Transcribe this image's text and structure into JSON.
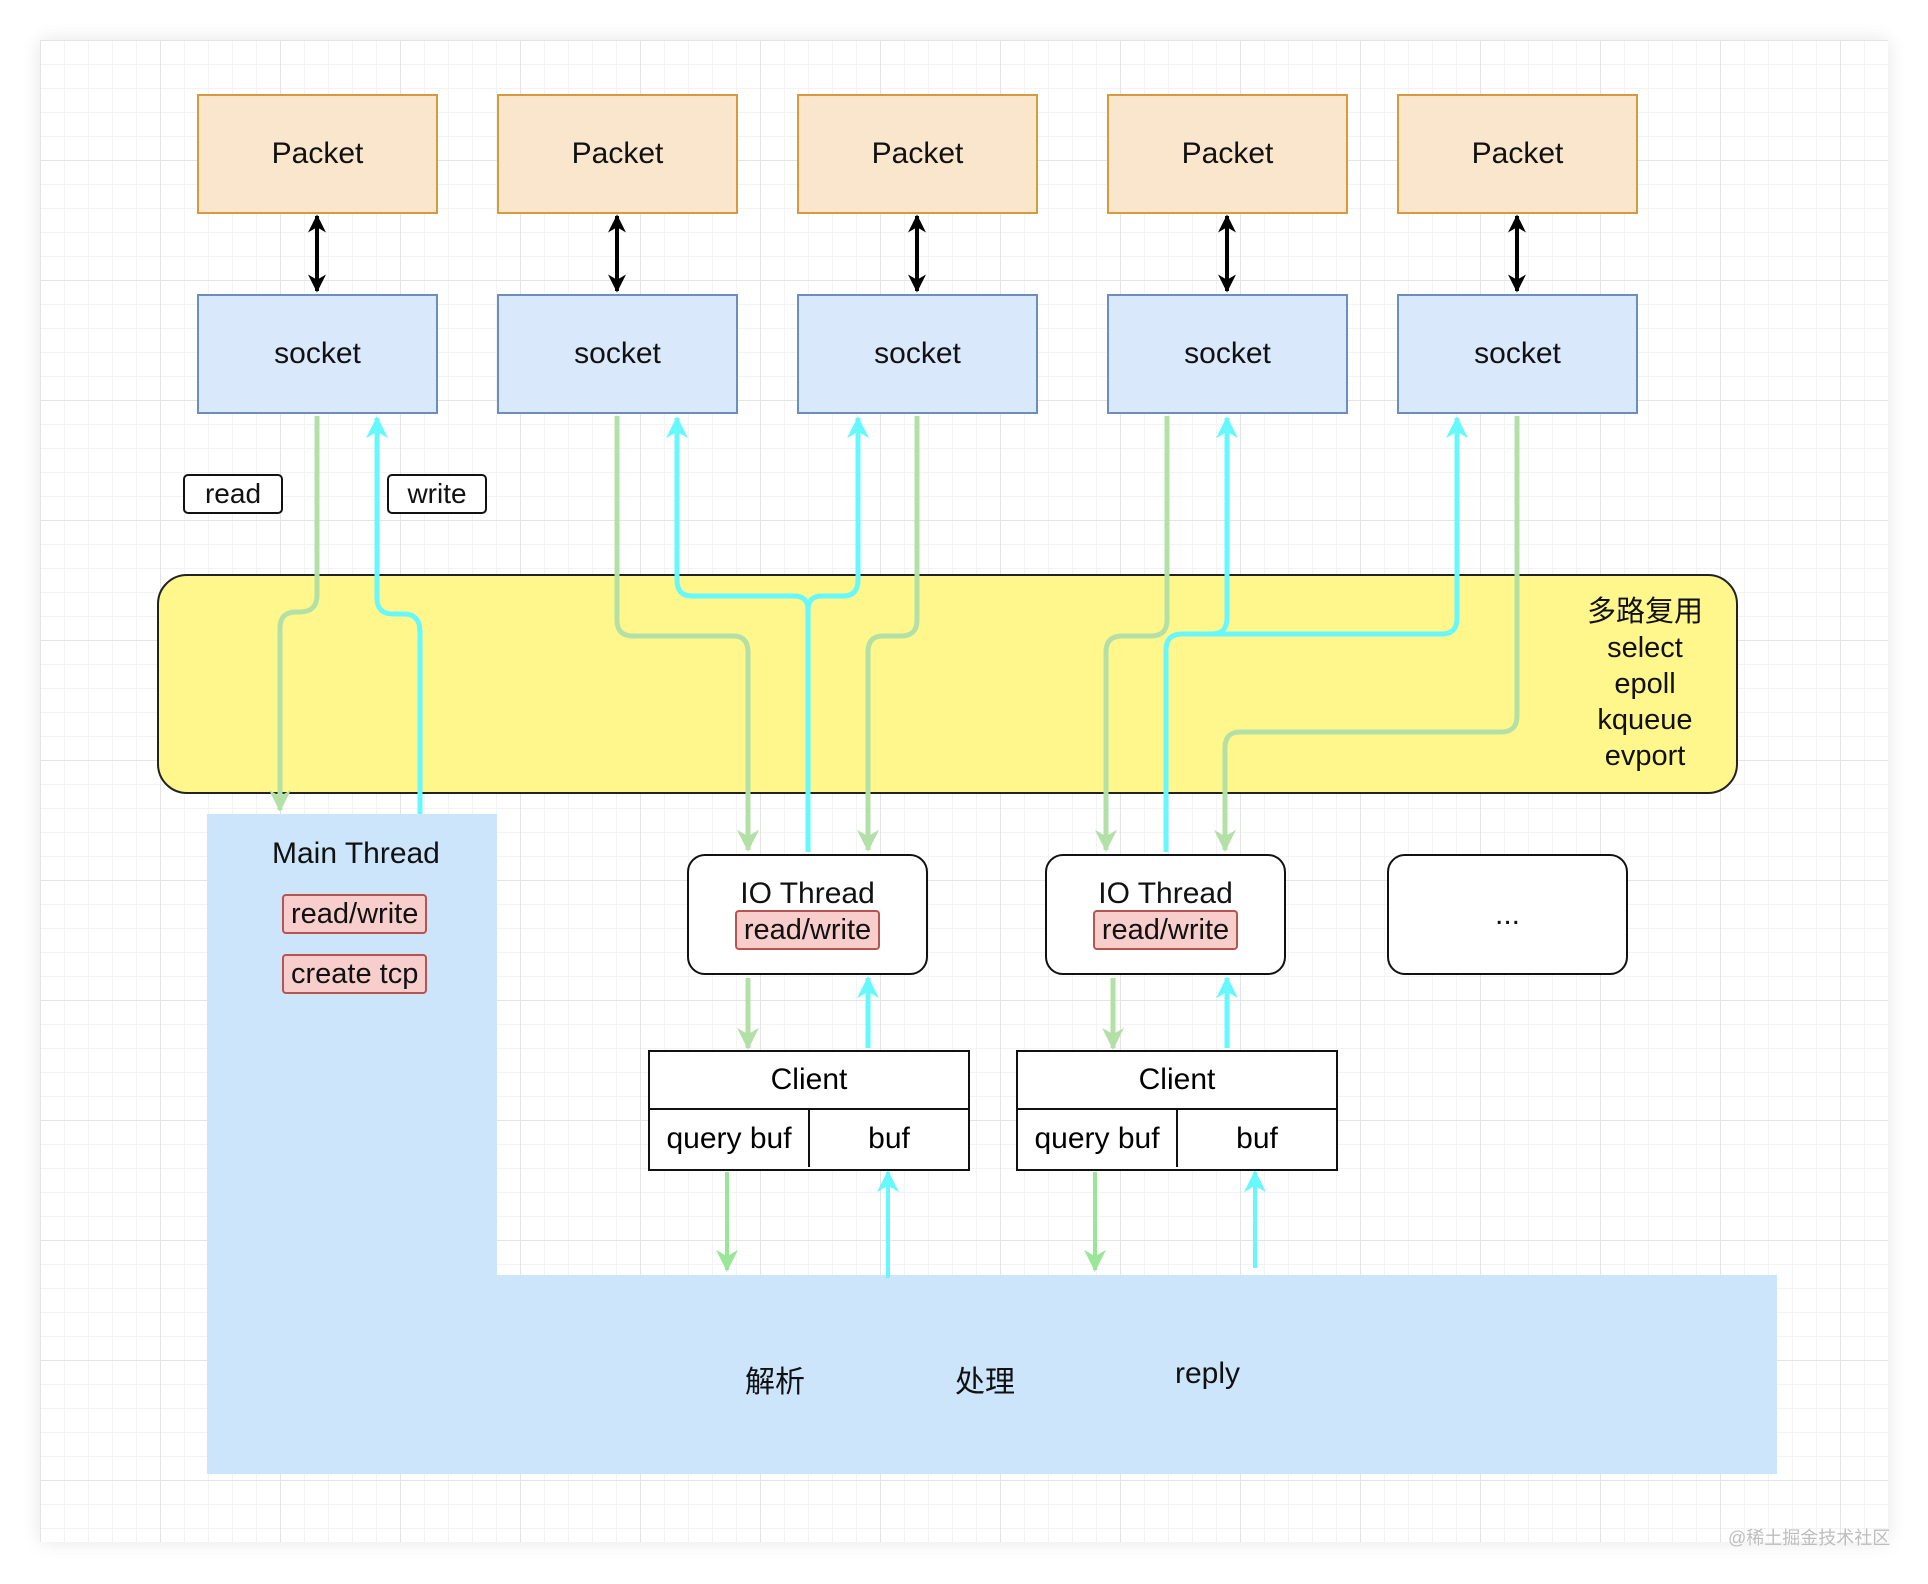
{
  "packets": [
    "Packet",
    "Packet",
    "Packet",
    "Packet",
    "Packet"
  ],
  "sockets": [
    "socket",
    "socket",
    "socket",
    "socket",
    "socket"
  ],
  "tags": {
    "read": "read",
    "write": "write"
  },
  "multiplexer": {
    "title": "多路复用",
    "items": [
      "select",
      "epoll",
      "kqueue",
      "evport"
    ]
  },
  "main_thread": {
    "title": "Main Thread",
    "tasks": [
      "read/write",
      "create tcp"
    ],
    "steps": [
      "解析",
      "处理",
      "reply"
    ]
  },
  "io_threads": [
    {
      "title": "IO Thread",
      "task": "read/write"
    },
    {
      "title": "IO Thread",
      "task": "read/write"
    }
  ],
  "more_threads": "...",
  "clients": [
    {
      "title": "Client",
      "fields": [
        "query buf",
        "buf"
      ]
    },
    {
      "title": "Client",
      "fields": [
        "query buf",
        "buf"
      ]
    }
  ],
  "watermark": "@稀土掘金技术社区",
  "colors": {
    "read_flow": "#b3e0a6",
    "write_flow": "#66f7ff",
    "client_read_arrow": "#99e699",
    "packet_fill": "#fae6cc",
    "socket_fill": "#dae8fc",
    "mux_fill": "#fff78c",
    "main_thread_fill": "#cce5fb",
    "pill_fill": "#f8cecc"
  }
}
